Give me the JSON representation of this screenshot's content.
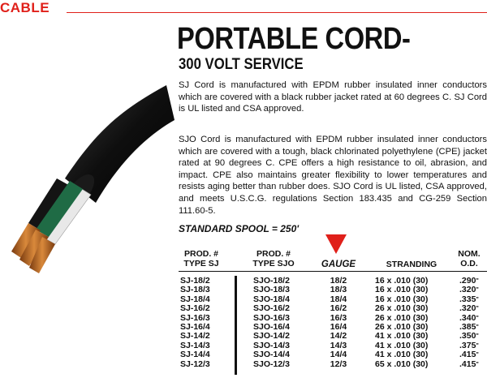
{
  "header": {
    "section": "CABLE"
  },
  "product": {
    "title": "PORTABLE CORD-",
    "subtitle": "300 VOLT SERVICE",
    "description_sj": "SJ Cord is manufactured with EPDM rubber insulated inner conductors which are covered with a black rubber jacket rated at 60 degrees C.  SJ Cord is UL listed and CSA approved.",
    "description_sjo": "SJO Cord is manufactured with EPDM rubber insulated inner conductors which are covered with a tough,  black chlorinated polyethylene (CPE) jacket rated at 90 degrees C.  CPE offers a high resistance to oil, abrasion, and impact.  CPE also maintains greater flexibility to lower temperatures and resists aging better than rubber does.  SJO Cord is UL listed, CSA approved, and meets U.S.C.G. regulations Section 183.435 and CG-259 Section 111.60-5.",
    "standard_spool": "STANDARD SPOOL = 250'"
  },
  "table": {
    "headers": {
      "sj_line1": "PROD. #",
      "sj_line2": "TYPE SJ",
      "sjo_line1": "PROD. #",
      "sjo_line2": "TYPE SJO",
      "gauge": "GAUGE",
      "stranding": "STRANDING",
      "od_line1": "NOM.",
      "od_line2": "O.D."
    },
    "rows": [
      {
        "sj": "SJ-18/2",
        "sjo": "SJO-18/2",
        "gauge": "18/2",
        "stranding": "16 x .010  (30)",
        "od": ".290"
      },
      {
        "sj": "SJ-18/3",
        "sjo": "SJO-18/3",
        "gauge": "18/3",
        "stranding": "16 x .010  (30)",
        "od": ".320"
      },
      {
        "sj": "SJ-18/4",
        "sjo": "SJO-18/4",
        "gauge": "18/4",
        "stranding": "16 x .010  (30)",
        "od": ".335"
      },
      {
        "sj": "SJ-16/2",
        "sjo": "SJO-16/2",
        "gauge": "16/2",
        "stranding": "26 x .010  (30)",
        "od": ".320"
      },
      {
        "sj": "SJ-16/3",
        "sjo": "SJO-16/3",
        "gauge": "16/3",
        "stranding": "26 x .010  (30)",
        "od": ".340"
      },
      {
        "sj": "SJ-16/4",
        "sjo": "SJO-16/4",
        "gauge": "16/4",
        "stranding": "26 x .010  (30)",
        "od": ".385"
      },
      {
        "sj": "SJ-14/2",
        "sjo": "SJO-14/2",
        "gauge": "14/2",
        "stranding": "41 x .010  (30)",
        "od": ".350"
      },
      {
        "sj": "SJ-14/3",
        "sjo": "SJO-14/3",
        "gauge": "14/3",
        "stranding": "41 x .010  (30)",
        "od": ".375"
      },
      {
        "sj": "SJ-14/4",
        "sjo": "SJO-14/4",
        "gauge": "14/4",
        "stranding": "41 x .010  (30)",
        "od": ".415"
      },
      {
        "sj": "SJ-12/3",
        "sjo": "SJO-12/3",
        "gauge": "12/3",
        "stranding": "65 x .010  (30)",
        "od": ".415"
      }
    ],
    "od_unit_mark": "\""
  },
  "colors": {
    "accent_red": "#e0201a",
    "jacket_black": "#111111",
    "conductor_green": "#1f6b45",
    "conductor_white": "#e8e8e8",
    "copper": "#b5651d"
  },
  "icons": {
    "cable": "portable-cord-cable-illustration",
    "pointer": "red-down-triangle-arrow"
  }
}
